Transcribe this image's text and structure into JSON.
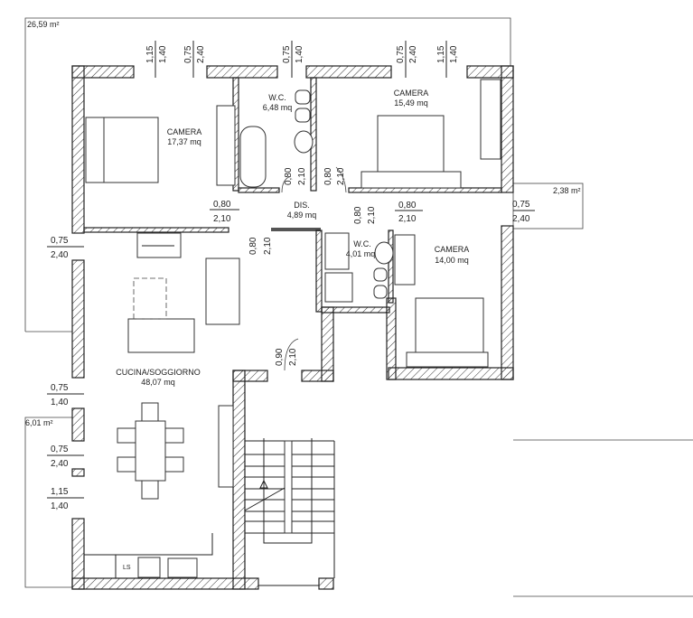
{
  "areas": {
    "top_left": "26,59 m²",
    "right": "2,38 m²",
    "bottom_left": "6,01 m²"
  },
  "rooms": {
    "camera1": {
      "name": "CAMERA",
      "size": "17,37 mq"
    },
    "wc1": {
      "name": "W.C.",
      "size": "6,48 mq"
    },
    "camera2": {
      "name": "CAMERA",
      "size": "15,49 mq"
    },
    "dis": {
      "name": "DIS.",
      "size": "4,89 mq"
    },
    "wc2": {
      "name": "W.C.",
      "size": "4,01 mq"
    },
    "camera3": {
      "name": "CAMERA",
      "size": "14,00 mq"
    },
    "cucina": {
      "name": "CUCINA/SOGGIORNO",
      "size": "48,07 mq"
    }
  },
  "top_windows": [
    {
      "w": "1,15",
      "h": "1,40"
    },
    {
      "w": "0,75",
      "h": "2,40"
    },
    {
      "w": "0,75",
      "h": "1,40"
    },
    {
      "w": "0,75",
      "h": "2,40"
    },
    {
      "w": "1,15",
      "h": "1,40"
    }
  ],
  "left_windows": [
    {
      "w": "0,75",
      "h": "2,40"
    },
    {
      "w": "0,75",
      "h": "1,40"
    },
    {
      "w": "0,75",
      "h": "2,40"
    },
    {
      "w": "1,15",
      "h": "1,40"
    }
  ],
  "right_window": {
    "w": "0,75",
    "h": "2,40"
  },
  "doors": [
    {
      "w": "0,80",
      "h": "2,10"
    },
    {
      "w": "0,80",
      "h": "2,10"
    },
    {
      "w": "0,80",
      "h": "2,10"
    },
    {
      "w": "0,80",
      "h": "2,10"
    },
    {
      "w": "0,80",
      "h": "2,10"
    },
    {
      "w": "0,80",
      "h": "2,10"
    },
    {
      "w": "0,90",
      "h": "2,10"
    }
  ],
  "appliance_label": "LS"
}
